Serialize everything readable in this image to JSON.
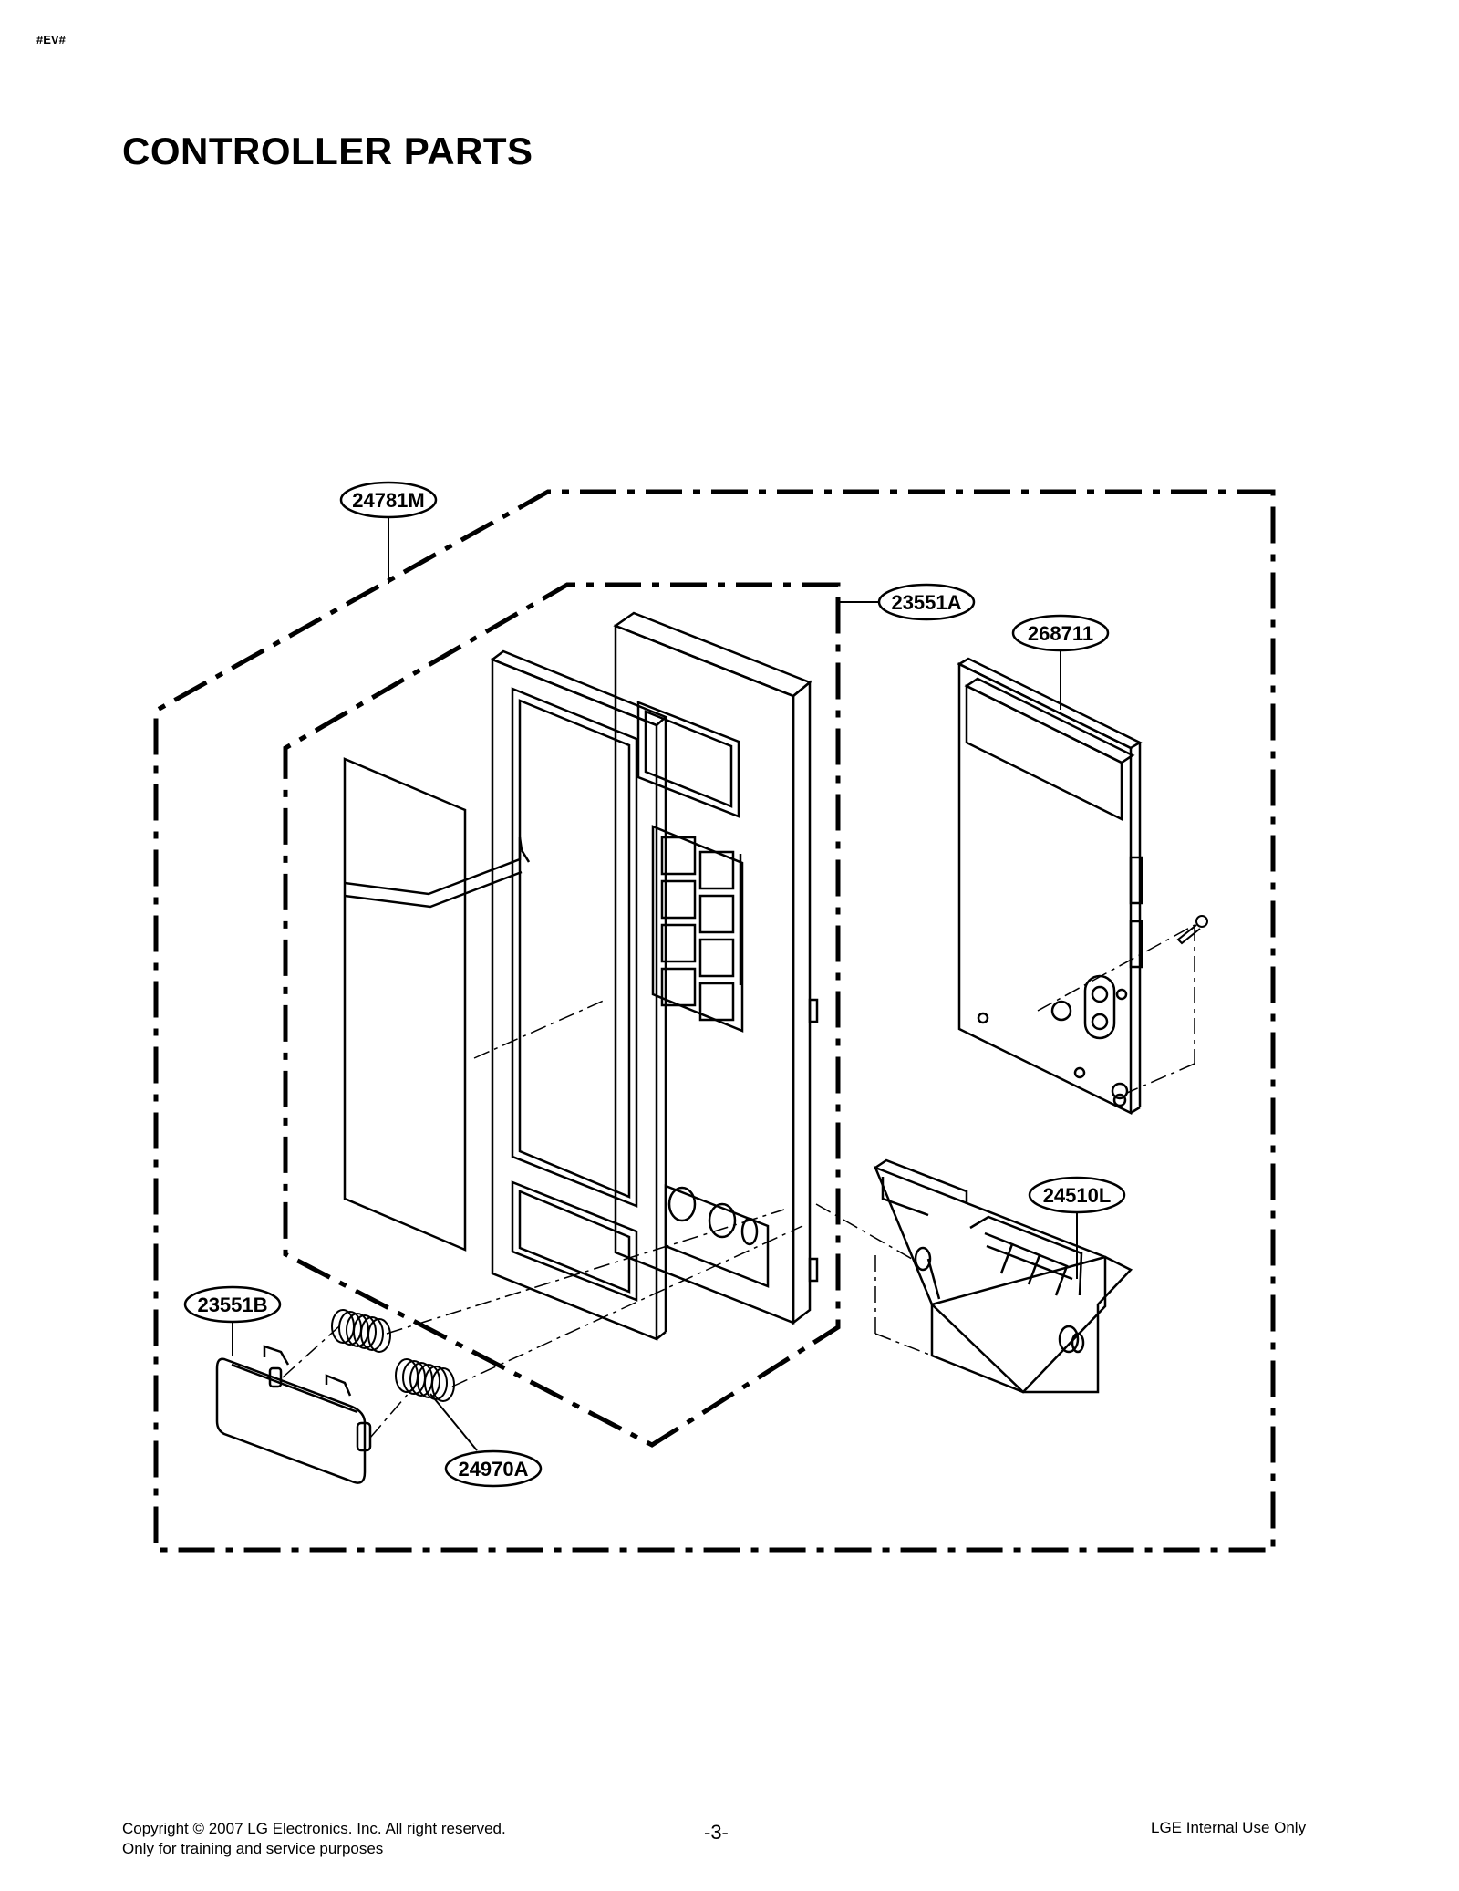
{
  "header": {
    "tag": "#EV#",
    "title": "CONTROLLER PARTS"
  },
  "diagram": {
    "callouts": {
      "c24781M": "24781M",
      "c23551A": "23551A",
      "c268711": "268711",
      "c24510L": "24510L",
      "c23551B": "23551B",
      "c24970A": "24970A"
    }
  },
  "footer": {
    "copyright": "Copyright © 2007 LG Electronics. Inc. All right reserved.",
    "purpose": "Only for training and service purposes",
    "page": "-3-",
    "internal": "LGE Internal Use Only"
  }
}
